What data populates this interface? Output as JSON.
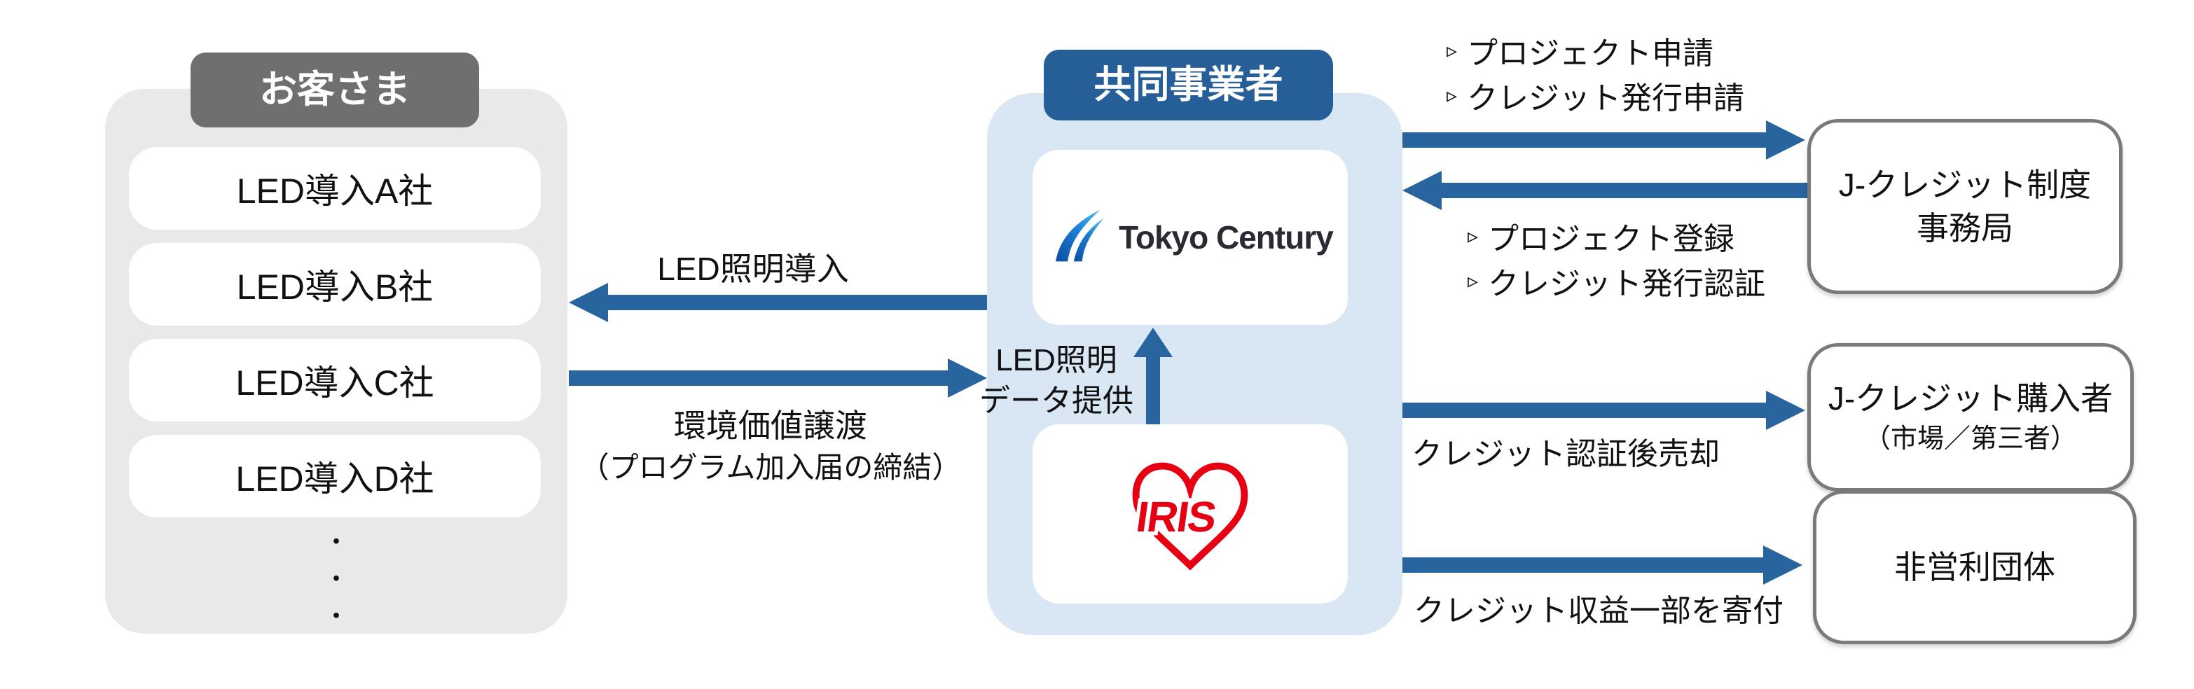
{
  "colors": {
    "arrow_blue": "#28649e",
    "header_blue": "#265e97",
    "header_gray": "#6f6f6f",
    "panel_gray": "#e9e9e9",
    "panel_light_blue": "#d9e6f3",
    "entity_border_gray": "#7a7a7a",
    "iris_red": "#e60012",
    "text_black": "#111111"
  },
  "customers": {
    "header": "お客さま",
    "items": [
      "LED導入A社",
      "LED導入B社",
      "LED導入C社",
      "LED導入D社"
    ],
    "dot": "・"
  },
  "operators": {
    "header": "共同事業者",
    "tokyo_century_label": "Tokyo Century",
    "iris_label": "IRIS"
  },
  "flows": {
    "led_install": "LED照明導入",
    "env_value_line1": "環境価値譲渡",
    "env_value_line2": "（プログラム加入届の締結）",
    "led_data_line1": "LED照明",
    "led_data_line2": "データ提供",
    "office_requests": {
      "bullet": "▹",
      "items": [
        "プロジェクト申請",
        "クレジット発行申請"
      ]
    },
    "office_returns": {
      "bullet": "▹",
      "items": [
        "プロジェクト登録",
        "クレジット発行認証"
      ]
    },
    "sell": "クレジット認証後売却",
    "donate": "クレジット収益一部を寄付"
  },
  "entities": {
    "office": {
      "line1": "J-クレジット制度",
      "line2": "事務局"
    },
    "buyer": {
      "line1": "J-クレジット購入者",
      "line2": "（市場／第三者）"
    },
    "nonprofit": {
      "label": "非営利団体"
    }
  }
}
